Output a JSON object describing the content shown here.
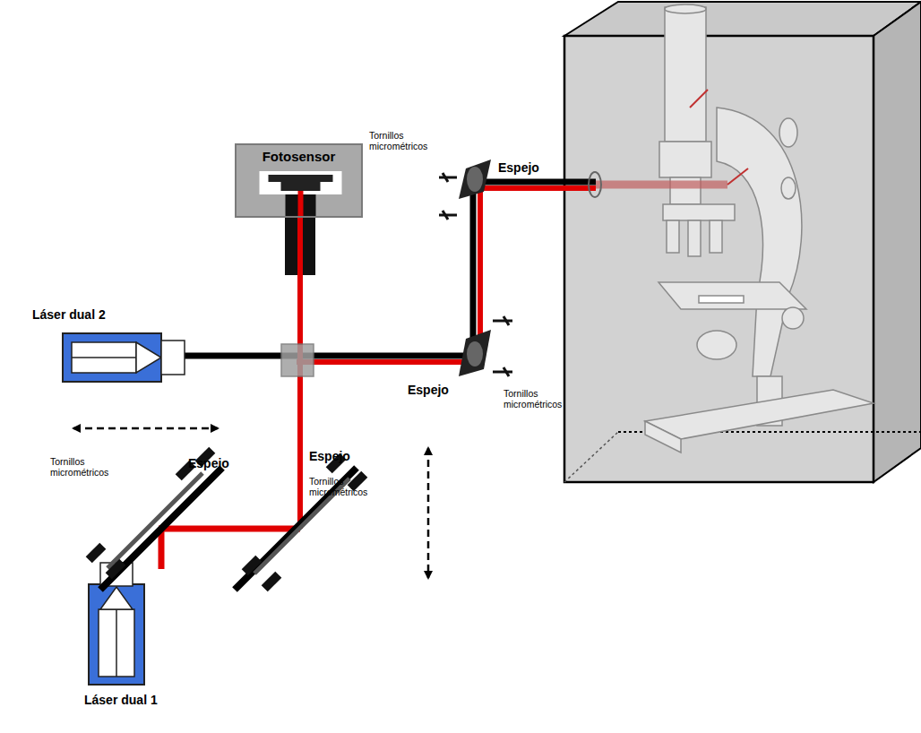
{
  "diagram": {
    "nodes": [
      {
        "text": [
          "Fotosensor"
        ]
      }
    ],
    "labels": [
      "Tornillos micrométricos",
      "Espejo",
      "Láser dual 2",
      "Espejo",
      "Tornillos micrométricos",
      "Tornillos micrométricos",
      "Espejo",
      "Espejo",
      "Tornillos micrométricos",
      "Láser dual 1"
    ]
  }
}
